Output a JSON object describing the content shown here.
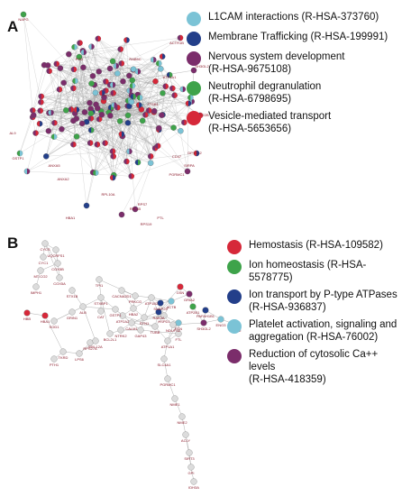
{
  "panels": [
    {
      "id": "A",
      "label": "A",
      "legend": [
        {
          "label": "L1CAM interactions (R-HSA-373760)",
          "color": "#7bc3d6"
        },
        {
          "label": "Membrane Trafficking (R-HSA-199991)",
          "color": "#233f8a"
        },
        {
          "label": "Nervous system development\n(R-HSA-9675108)",
          "color": "#7b2d6b"
        },
        {
          "label": "Neutrophil degranulation\n(R-HSA-6798695)",
          "color": "#3ea34a"
        },
        {
          "label": "Vesicle-mediated transport\n(R-HSA-5653656)",
          "color": "#d62839"
        }
      ],
      "node_labels": [
        "NAPG",
        "ACTR1B",
        "SH3GL2",
        "SEC22B",
        "DPYSL2",
        "PGRMC1",
        "AL9",
        "GSTP1",
        "ANXA2",
        "ANXA5",
        "RPL10A",
        "RPL35",
        "HBA1",
        "RPS7",
        "RPS19",
        "PTL",
        "SIRPA",
        "CD47",
        "PGD",
        "RAB5C",
        "MYO1",
        "ITGB1",
        "ATP1A1"
      ]
    },
    {
      "id": "B",
      "label": "B",
      "legend": [
        {
          "label": "Hemostasis (R-HSA-109582)",
          "color": "#d62839"
        },
        {
          "label": "Ion homeostasis (R-HSA-5578775)",
          "color": "#3ea34a"
        },
        {
          "label": "Ion transport by P-type ATPases\n(R-HSA-936837)",
          "color": "#233f8a"
        },
        {
          "label": "Platelet activation, signaling and\naggregation (R-HSA-76002)",
          "color": "#7bc3d6"
        },
        {
          "label": "Reduction of cytosolic Ca++ levels\n(R-HSA-418359)",
          "color": "#7b2d6b"
        }
      ],
      "node_labels": [
        "CYCS",
        "UQCRFS1",
        "CYC1",
        "COX5B",
        "MT-CO2",
        "COX5A",
        "IMPH1",
        "STX1B",
        "TPI1",
        "CACNA2D1",
        "PRKCG",
        "ATP1B2",
        "SNAP25",
        "ACTB",
        "GRIA2",
        "GSN",
        "ATP2B1",
        "PAFAH1B1",
        "ENO3",
        "ENO2",
        "HBB",
        "HBA1",
        "SOD1",
        "GRIN1",
        "ALB",
        "CAT",
        "GSTP1",
        "HBA2",
        "PTN",
        "SH3GL2",
        "HSPD1",
        "NDUFS2",
        "ATP1A1",
        "SLC4A1",
        "PGRMC1",
        "NME1",
        "NME2",
        "ACLY",
        "SIRT3",
        "GPI",
        "IDH3A",
        "PTH1",
        "TKRD",
        "LPS6",
        "RPS27A",
        "MYL12A",
        "BCL2L1",
        "NTRK2",
        "CALM1",
        "SYN1",
        "GAP43",
        "TUBB",
        "RAB3A",
        "FTL",
        "STXBP1",
        "ATP2A2"
      ]
    }
  ]
}
